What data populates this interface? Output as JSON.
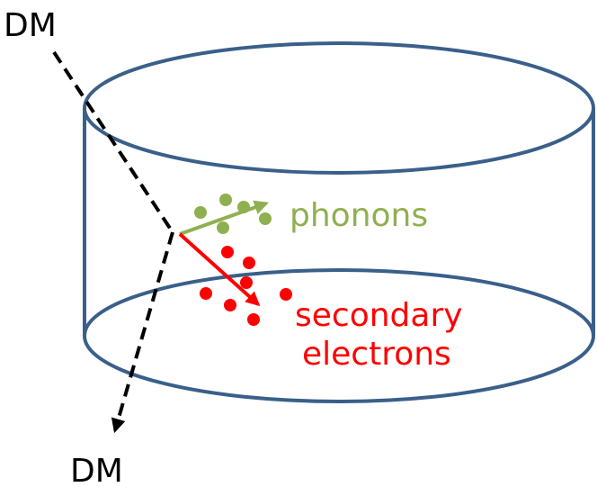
{
  "labels": {
    "dm_in": "DM",
    "dm_out": "DM",
    "phonons": "phonons",
    "secondary": "secondary",
    "electrons": "electrons"
  },
  "colors": {
    "cylinder_stroke": "#3a5f8a",
    "dm_track": "#000000",
    "phonon": "#8fb050",
    "electron": "#ff0000"
  }
}
